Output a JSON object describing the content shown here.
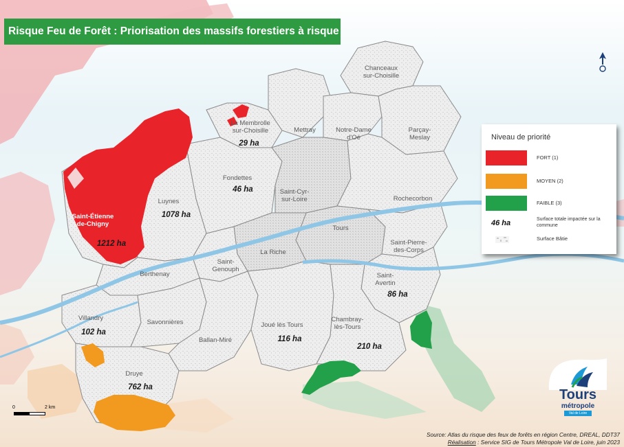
{
  "title": "Risque Feu de Forêt : Priorisation des massifs forestiers à risque",
  "colors": {
    "fort": "#e8232a",
    "moyen": "#f29a20",
    "faible": "#22a14a",
    "river": "#8fc6e6",
    "commune_fill": "#eeeeee",
    "commune_border": "#8a8a8a",
    "title_bg": "#2e9a41"
  },
  "communes": [
    {
      "id": "chanceaux",
      "name": "Chanceaux-sur-Choisille",
      "lines": [
        "Chanceaux",
        "sur-Choisille"
      ]
    },
    {
      "id": "membrolle",
      "name": "La Membrolle-sur-Choisille",
      "lines": [
        "La Membrolle",
        "sur-Choisille"
      ]
    },
    {
      "id": "mettray",
      "name": "Mettray",
      "lines": [
        "Mettray"
      ]
    },
    {
      "id": "notredame",
      "name": "Notre-Dame-d'Oé",
      "lines": [
        "Notre-Dame",
        "d'Oé"
      ]
    },
    {
      "id": "parcay",
      "name": "Parçay-Meslay",
      "lines": [
        "Parçay-",
        "Meslay"
      ]
    },
    {
      "id": "fondettes",
      "name": "Fondettes",
      "lines": [
        "Fondettes"
      ]
    },
    {
      "id": "saintcyr",
      "name": "Saint-Cyr-sur-Loire",
      "lines": [
        "Saint-Cyr-",
        "sur-Loire"
      ]
    },
    {
      "id": "rochecorbon",
      "name": "Rochecorbon",
      "lines": [
        "Rochecorbon"
      ]
    },
    {
      "id": "luynes",
      "name": "Luynes",
      "lines": [
        "Luynes"
      ]
    },
    {
      "id": "saintetienne",
      "name": "Saint-Étienne-de-Chigny",
      "lines": [
        "Saint-Étienne",
        "de-Chigny"
      ]
    },
    {
      "id": "tours",
      "name": "Tours",
      "lines": [
        "Tours"
      ]
    },
    {
      "id": "saintpierre",
      "name": "Saint-Pierre-des-Corps",
      "lines": [
        "Saint-Pierre-",
        "des-Corps"
      ]
    },
    {
      "id": "lariche",
      "name": "La Riche",
      "lines": [
        "La Riche"
      ]
    },
    {
      "id": "saintgenouph",
      "name": "Saint-Genouph",
      "lines": [
        "Saint-",
        "Genouph"
      ]
    },
    {
      "id": "berthenay",
      "name": "Berthenay",
      "lines": [
        "Berthenay"
      ]
    },
    {
      "id": "saintavertin",
      "name": "Saint-Avertin",
      "lines": [
        "Saint-",
        "Avertin"
      ]
    },
    {
      "id": "villandry",
      "name": "Villandry",
      "lines": [
        "Villandry"
      ]
    },
    {
      "id": "savonnieres",
      "name": "Savonnières",
      "lines": [
        "Savonnières"
      ]
    },
    {
      "id": "ballan",
      "name": "Ballan-Miré",
      "lines": [
        "Ballan-Miré"
      ]
    },
    {
      "id": "joue",
      "name": "Joué lès Tours",
      "lines": [
        "Joué lès Tours"
      ]
    },
    {
      "id": "chambray",
      "name": "Chambray-lès-Tours",
      "lines": [
        "Chambray-",
        "lès-Tours"
      ]
    },
    {
      "id": "druye",
      "name": "Druye",
      "lines": [
        "Druye"
      ]
    }
  ],
  "impacted_areas": [
    {
      "commune": "La Membrolle-sur-Choisille",
      "value": "29 ha",
      "priority": "FORT (1)"
    },
    {
      "commune": "Fondettes",
      "value": "46 ha",
      "priority": "FORT (1)"
    },
    {
      "commune": "Luynes",
      "value": "1078 ha",
      "priority": "FORT (1)"
    },
    {
      "commune": "Saint-Étienne-de-Chigny",
      "value": "1212 ha",
      "priority": "FORT (1)"
    },
    {
      "commune": "Saint-Avertin",
      "value": "86 ha",
      "priority": "FAIBLE (3)"
    },
    {
      "commune": "Villandry",
      "value": "102 ha",
      "priority": "MOYEN (2)"
    },
    {
      "commune": "Joué lès Tours",
      "value": "116 ha",
      "priority": "FAIBLE (3)"
    },
    {
      "commune": "Chambray-lès-Tours",
      "value": "210 ha",
      "priority": "FAIBLE (3)"
    },
    {
      "commune": "Druye",
      "value": "762 ha",
      "priority": "MOYEN (2)"
    }
  ],
  "legend": {
    "title": "Niveau de priorité",
    "fort": "FORT (1)",
    "moyen": "MOYEN (2)",
    "faible": "FAIBLE (3)",
    "sample_value": "46 ha",
    "sample_desc": "Surface totale impactée sur la commune",
    "bati_label": "Surface Bâtie"
  },
  "scale": {
    "start": "0",
    "end": "2 km"
  },
  "logo": {
    "name": "Tours",
    "sub": "métropole",
    "tag": "Val de Loire"
  },
  "source": {
    "line1": "Source: Atlas du risque des feux de forêts en région Centre, DREAL, DDT37",
    "line2_label": "Réalisation",
    "line2_text": " : Service SIG de Tours Métropole Val de Loire, juin 2023"
  }
}
